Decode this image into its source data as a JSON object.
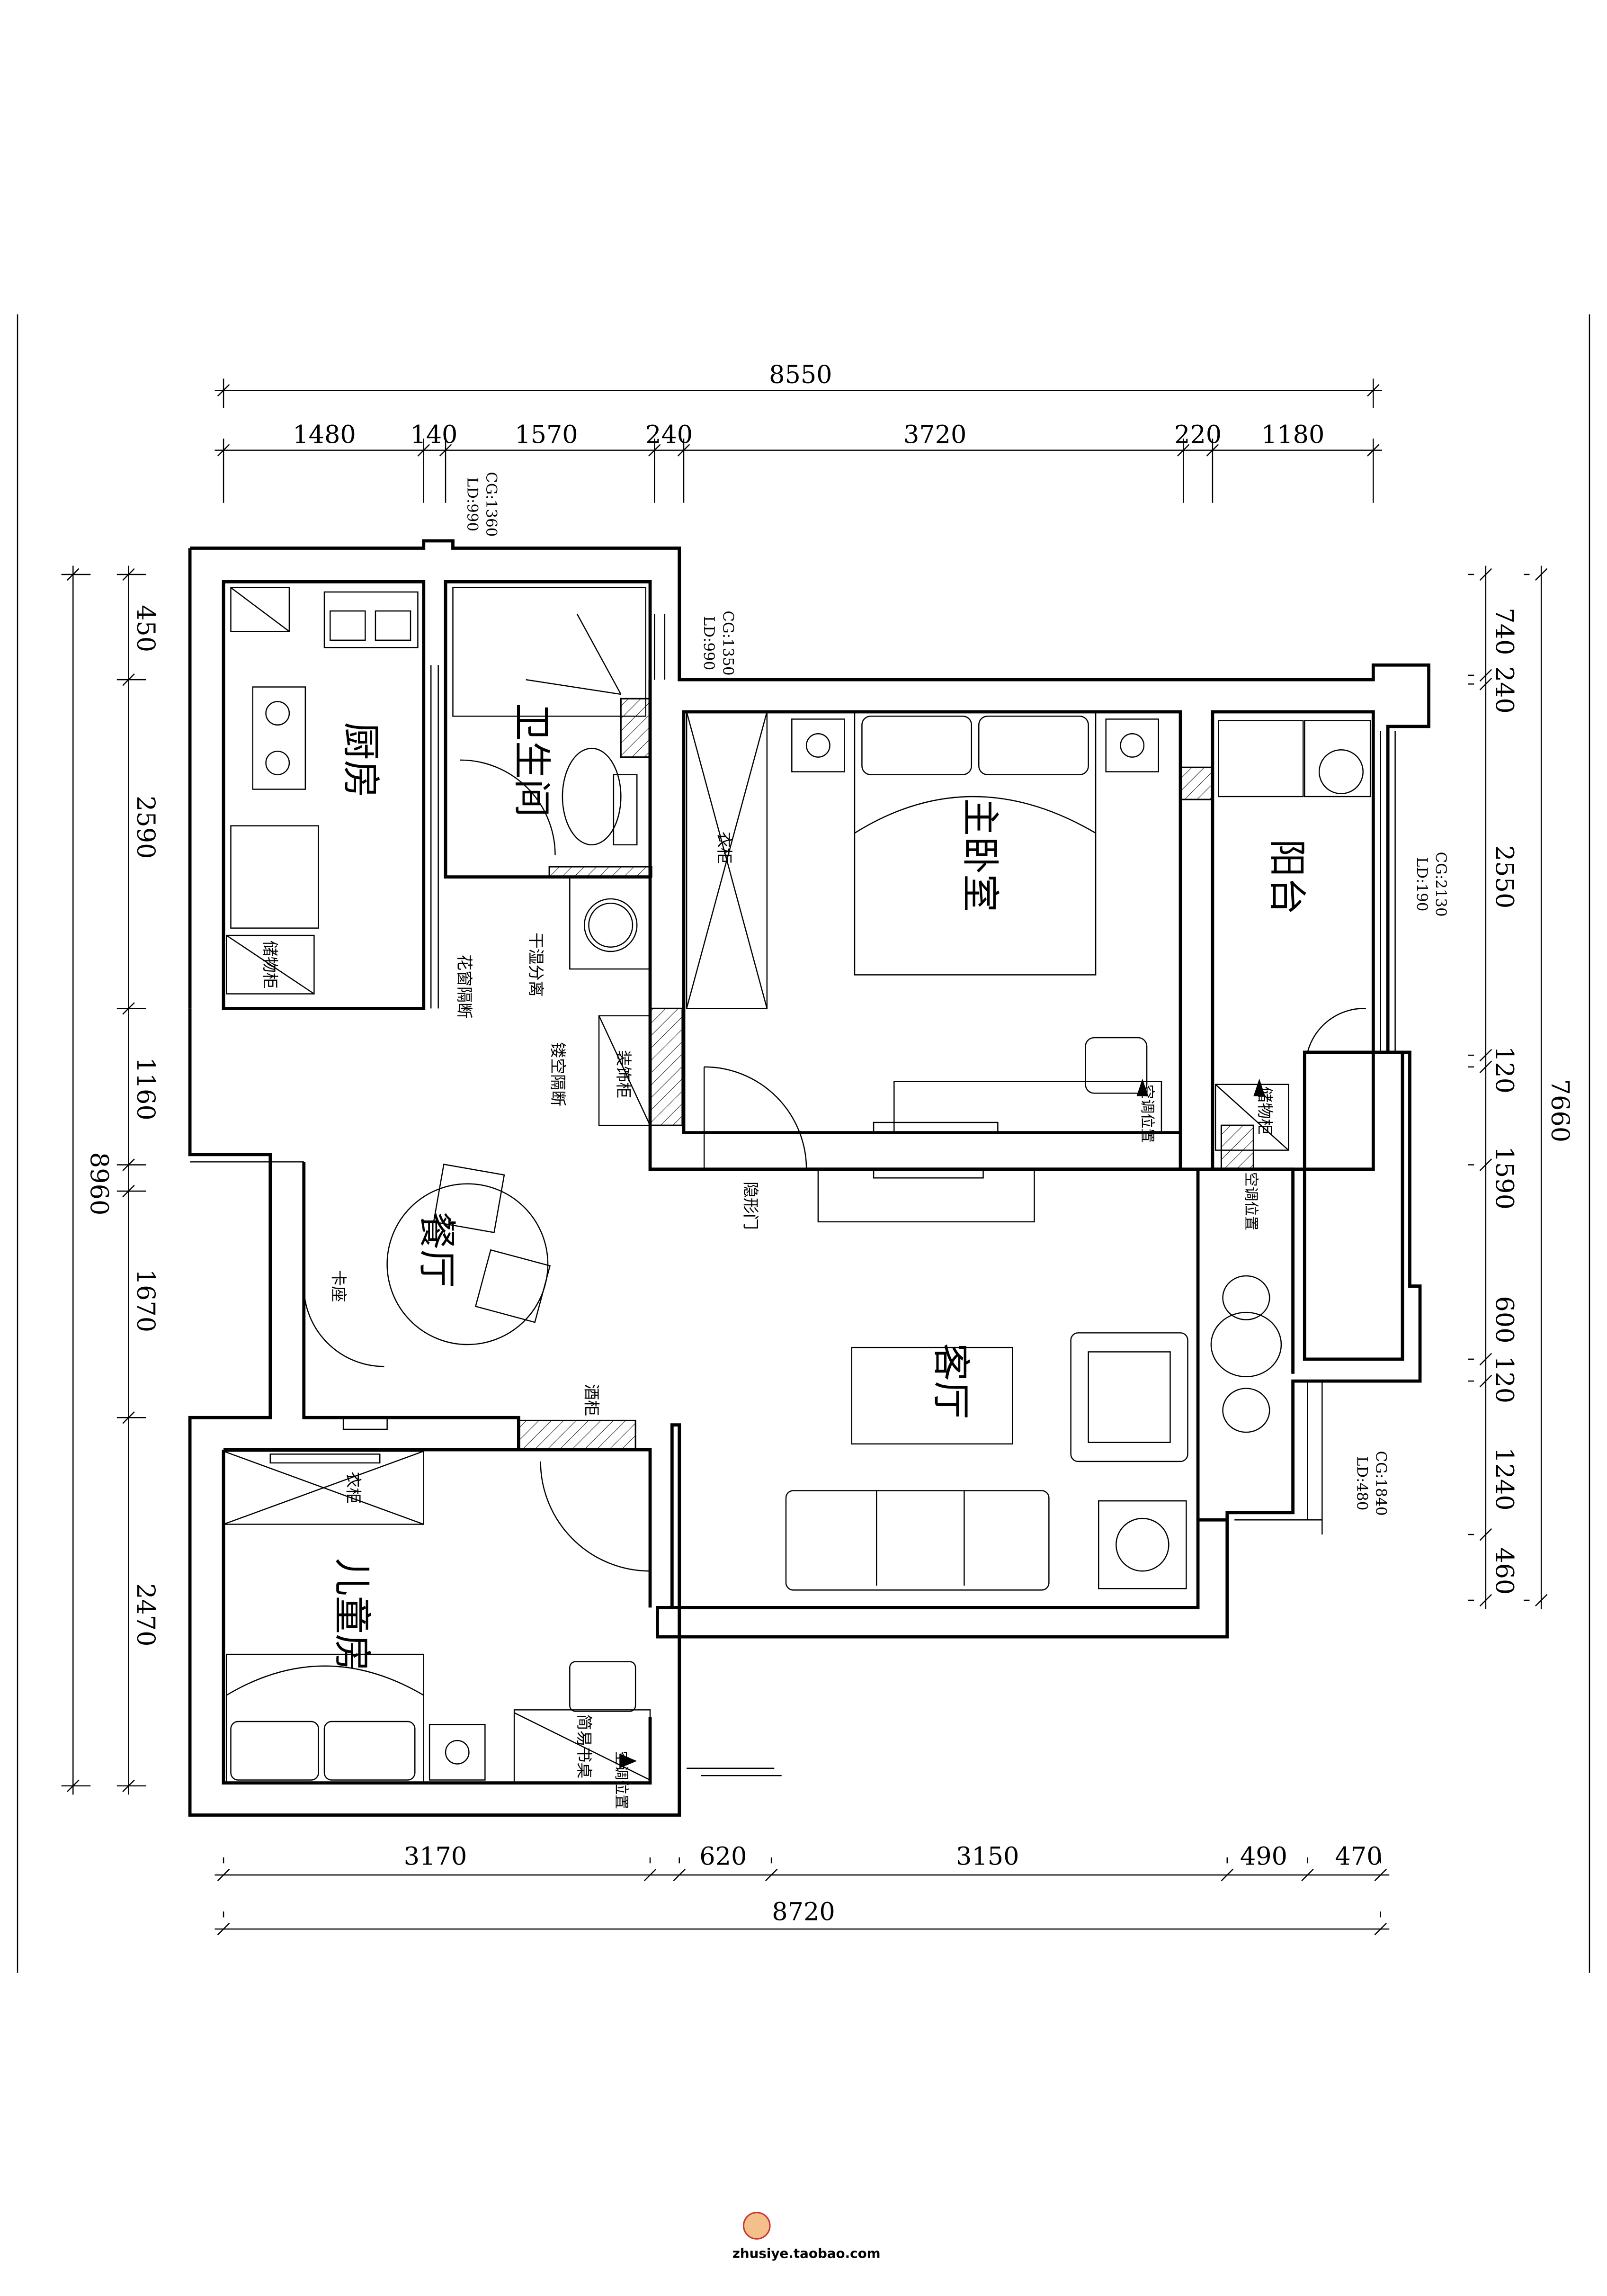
{
  "title": "Apartment floor plan",
  "dimensions": {
    "top": {
      "total": "8550",
      "segments": [
        "1480",
        "140",
        "1570",
        "240",
        "3720",
        "220",
        "1180"
      ]
    },
    "bottom": {
      "total": "8720",
      "segments": [
        "3170",
        "620",
        "3150",
        "490",
        "470"
      ]
    },
    "left": {
      "total": "8960",
      "segments": [
        "450",
        "2590",
        "1160",
        "1670",
        "2470"
      ]
    },
    "right": {
      "total": "7660",
      "segments": [
        "740",
        "240",
        "2550",
        "120",
        "1590",
        "600",
        "120",
        "1240",
        "460"
      ]
    }
  },
  "rooms": {
    "kitchen": "厨房",
    "bathroom": "卫生间",
    "master_bedroom": "主卧室",
    "balcony": "阳台",
    "dining": "餐厅",
    "living": "客厅",
    "kids_room": "儿童房"
  },
  "annotations": {
    "master_wardrobe": "衣柜",
    "wet_dry_separation": "干湿分离",
    "lattice_partition": "花窗隔断",
    "hollow_partition": "镂空隔断",
    "decor_cabinet": "装饰柜",
    "kitchen_cabinet": "储物柜",
    "balcony_storage": "储物柜",
    "ac_master": "空调位置",
    "ac_living": "空调位置",
    "hidden_door": "隐形门",
    "booth_seat": "卡座",
    "wine_cabinet": "酒柜",
    "kids_wardrobe": "衣柜",
    "simple_desk": "简易书桌",
    "ac_kids": "空调位置"
  },
  "window_heights": [
    {
      "cg": "CG:1360",
      "ld": "LD:990"
    },
    {
      "cg": "CG:1350",
      "ld": "LD:990"
    },
    {
      "cg": "CG:2130",
      "ld": "LD:190"
    },
    {
      "cg": "CG:1840",
      "ld": "LD:480"
    }
  ],
  "watermark": "zhusiye.taobao.com"
}
